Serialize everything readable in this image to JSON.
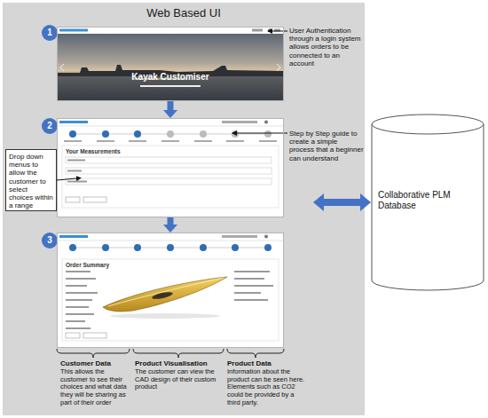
{
  "diagram": {
    "nodes": [
      {
        "text": [
          "Web Based UI"
        ]
      },
      {
        "text": [
          "1"
        ],
        "in": 0
      },
      {
        "text": [
          "Kayak Customiser"
        ],
        "in": 0
      },
      {
        "text": [
          "2"
        ],
        "in": 0
      },
      {
        "text": [
          "Your Measurements"
        ],
        "in": 0
      },
      {
        "text": [
          "Drop down menus to allow the customer to select choices within a range"
        ],
        "in": 0
      },
      {
        "text": [
          "3"
        ],
        "in": 0
      },
      {
        "text": [
          "Order Summary"
        ],
        "in": 0
      },
      {
        "text": [
          "Collaborative PLM Database"
        ]
      }
    ],
    "edges": [
      {
        "from": 2,
        "to": 4,
        "arrow": "to"
      },
      {
        "from": 4,
        "to": 7,
        "arrow": "to"
      },
      {
        "from": 5,
        "to": 4,
        "arrow": "to"
      },
      {
        "from": 0,
        "to": 8,
        "arrow": "both"
      }
    ],
    "labels": [
      "User Authentication through a login system allows orders to be connected to an account",
      "Step by Step guide to create a simple process that a beginner can understand",
      "Customer Data",
      "This allows the customer to see their choices and what data they will be sharing as part of their order",
      "Product Visualisation",
      "The customer can view the CAD design of their custom product",
      "Product Data",
      "Information about the product can be seen here. Elements such as CO2 could be provided by a third party."
    ]
  }
}
